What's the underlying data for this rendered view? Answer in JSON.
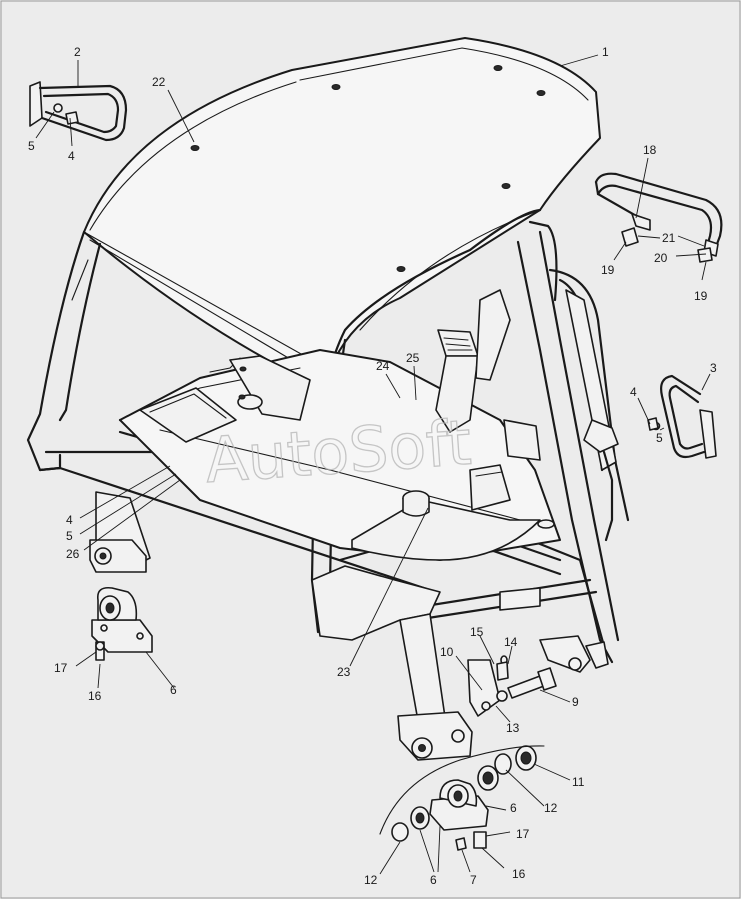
{
  "watermark": "AutoSoft",
  "callouts": [
    {
      "id": "c1",
      "text": "1"
    },
    {
      "id": "c2",
      "text": "2"
    },
    {
      "id": "c5a",
      "text": "5"
    },
    {
      "id": "c4a",
      "text": "4"
    },
    {
      "id": "c22",
      "text": "22"
    },
    {
      "id": "c18",
      "text": "18"
    },
    {
      "id": "c21",
      "text": "21"
    },
    {
      "id": "c20",
      "text": "20"
    },
    {
      "id": "c19a",
      "text": "19"
    },
    {
      "id": "c19b",
      "text": "19"
    },
    {
      "id": "c24",
      "text": "24"
    },
    {
      "id": "c25",
      "text": "25"
    },
    {
      "id": "c3",
      "text": "3"
    },
    {
      "id": "c4b",
      "text": "4"
    },
    {
      "id": "c5b",
      "text": "5"
    },
    {
      "id": "c4c",
      "text": "4"
    },
    {
      "id": "c5c",
      "text": "5"
    },
    {
      "id": "c26",
      "text": "26"
    },
    {
      "id": "c17a",
      "text": "17"
    },
    {
      "id": "c16a",
      "text": "16"
    },
    {
      "id": "c6a",
      "text": "6"
    },
    {
      "id": "c23",
      "text": "23"
    },
    {
      "id": "c15",
      "text": "15"
    },
    {
      "id": "c14",
      "text": "14"
    },
    {
      "id": "c10",
      "text": "10"
    },
    {
      "id": "c9",
      "text": "9"
    },
    {
      "id": "c13",
      "text": "13"
    },
    {
      "id": "c11",
      "text": "11"
    },
    {
      "id": "c12a",
      "text": "12"
    },
    {
      "id": "c6b",
      "text": "6"
    },
    {
      "id": "c17b",
      "text": "17"
    },
    {
      "id": "c16b",
      "text": "16"
    },
    {
      "id": "c12b",
      "text": "12"
    },
    {
      "id": "c6c",
      "text": "6"
    },
    {
      "id": "c7",
      "text": "7"
    }
  ]
}
